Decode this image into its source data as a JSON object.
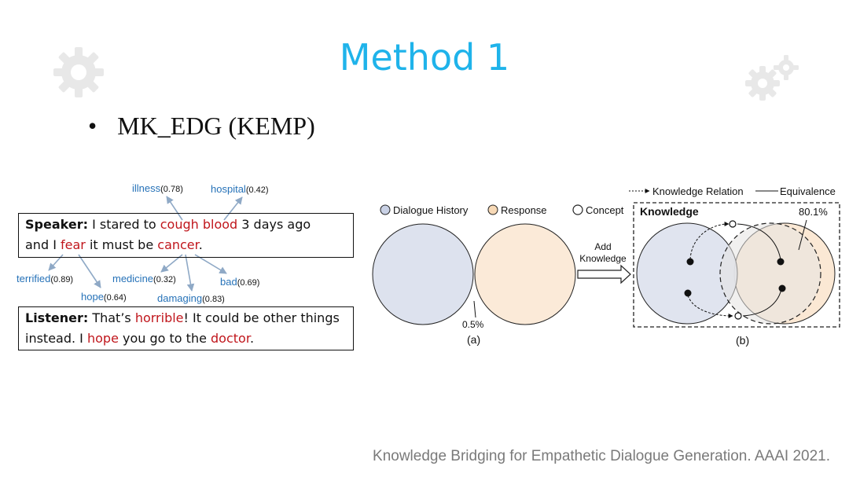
{
  "slide": {
    "title": "Method 1",
    "bullet_marker": "•",
    "bullet": "MK_EDG (KEMP)",
    "citation": "Knowledge Bridging for Empathetic Dialogue Generation. AAAI 2021."
  },
  "example": {
    "top_keywords": [
      {
        "word": "illness",
        "score": "(0.78)"
      },
      {
        "word": "hospital",
        "score": "(0.42)"
      }
    ],
    "speaker_box": {
      "role": "Speaker:",
      "line1": [
        {
          "t": " I stared to ",
          "red": false
        },
        {
          "t": "cough blood",
          "red": true
        },
        {
          "t": " 3 days ago",
          "red": false
        }
      ],
      "line2": [
        {
          "t": "and I ",
          "red": false
        },
        {
          "t": "fear",
          "red": true
        },
        {
          "t": " it must be ",
          "red": false
        },
        {
          "t": "cancer",
          "red": true
        },
        {
          "t": ".",
          "red": false
        }
      ]
    },
    "middle_keywords": [
      {
        "word": "terrified",
        "score": "(0.89)"
      },
      {
        "word": "medicine",
        "score": "(0.32)"
      },
      {
        "word": "bad",
        "score": "(0.69)"
      },
      {
        "word": "hope",
        "score": "(0.64)"
      },
      {
        "word": "damaging",
        "score": "(0.83)"
      }
    ],
    "listener_box": {
      "role": "Listener:",
      "line1": [
        {
          "t": " That’s ",
          "red": false
        },
        {
          "t": "horrible",
          "red": true
        },
        {
          "t": "! It could be other things",
          "red": false
        }
      ],
      "line2": [
        {
          "t": "instead. I ",
          "red": false
        },
        {
          "t": "hope",
          "red": true
        },
        {
          "t": " you go to the ",
          "red": false
        },
        {
          "t": "doctor",
          "red": true
        },
        {
          "t": ".",
          "red": false
        }
      ]
    }
  },
  "venn": {
    "legend": {
      "history": "Dialogue History",
      "response": "Response",
      "concept": "Concept",
      "knowledge_relation": "Knowledge Relation",
      "equivalence": "Equivalence"
    },
    "knowledge_label": "Knowledge",
    "add_knowledge": [
      "Add",
      "Knowledge"
    ],
    "overlap_a": "0.5%",
    "overlap_b": "80.1%",
    "caption_a": "(a)",
    "caption_b": "(b)",
    "colors": {
      "history_fill": "#dde2ee",
      "response_fill": "#fbe8d4",
      "title_blue": "#1fb3ea",
      "keyword_blue": "#2672b8",
      "emphasis_red": "#c0161c",
      "gear_gray": "#e6e6e6"
    }
  }
}
